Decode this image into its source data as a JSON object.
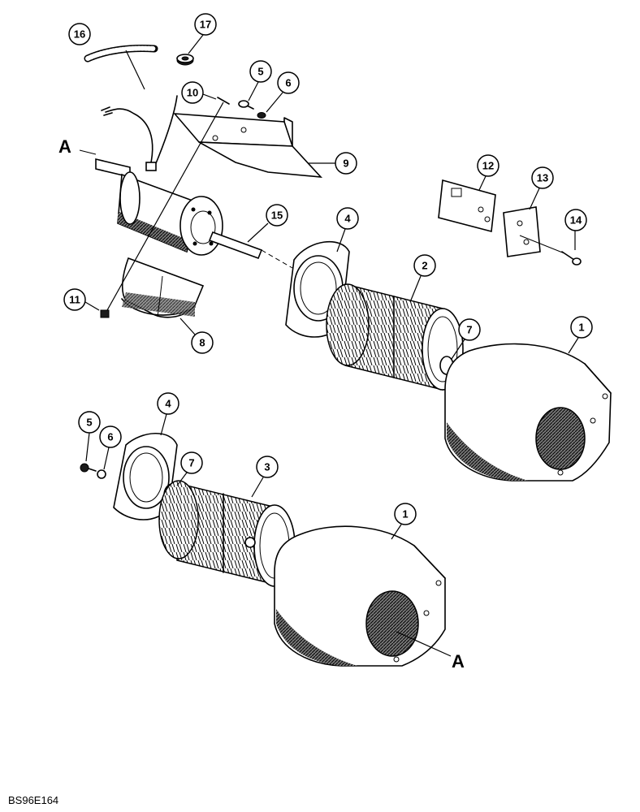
{
  "reference_letter_top": "A",
  "reference_letter_bottom": "A",
  "drawing_code": "BS96E164",
  "callouts": {
    "c1_upper": "1",
    "c2": "2",
    "c3": "3",
    "c4_upper": "4",
    "c5_upper": "5",
    "c6_upper": "6",
    "c7_upper": "7",
    "c8": "8",
    "c9": "9",
    "c10": "10",
    "c11": "11",
    "c12": "12",
    "c13": "13",
    "c14": "14",
    "c15": "15",
    "c16": "16",
    "c17": "17",
    "c1_lower": "1",
    "c4_lower": "4",
    "c5_lower": "5",
    "c6_lower": "6",
    "c7_lower": "7"
  }
}
